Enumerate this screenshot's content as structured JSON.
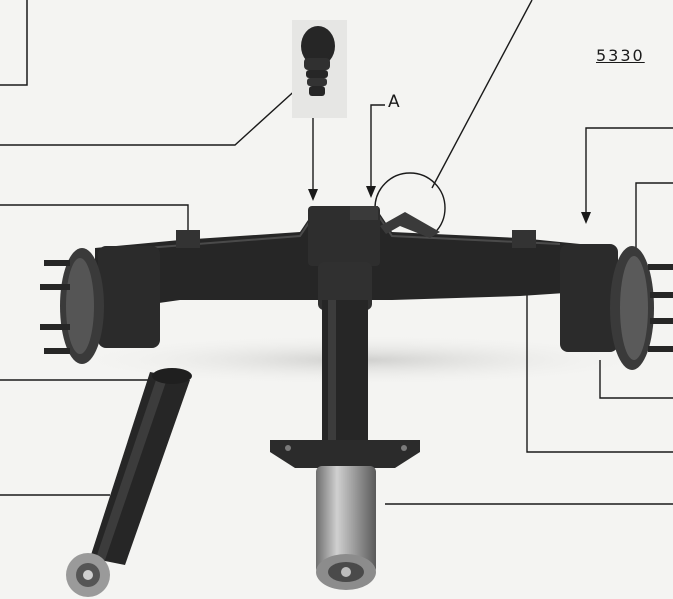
{
  "figure": {
    "doc_number": "5330",
    "section_marker": "A"
  },
  "icons": {
    "axle": "rear-axle-assembly",
    "cylinder": "hydraulic-cylinder",
    "fitting": "oil-fill-fitting"
  },
  "colors": {
    "background": "#f4f4f2",
    "ink": "#1a1a1a",
    "part": "#262626",
    "metal": "#9a9a9a"
  }
}
